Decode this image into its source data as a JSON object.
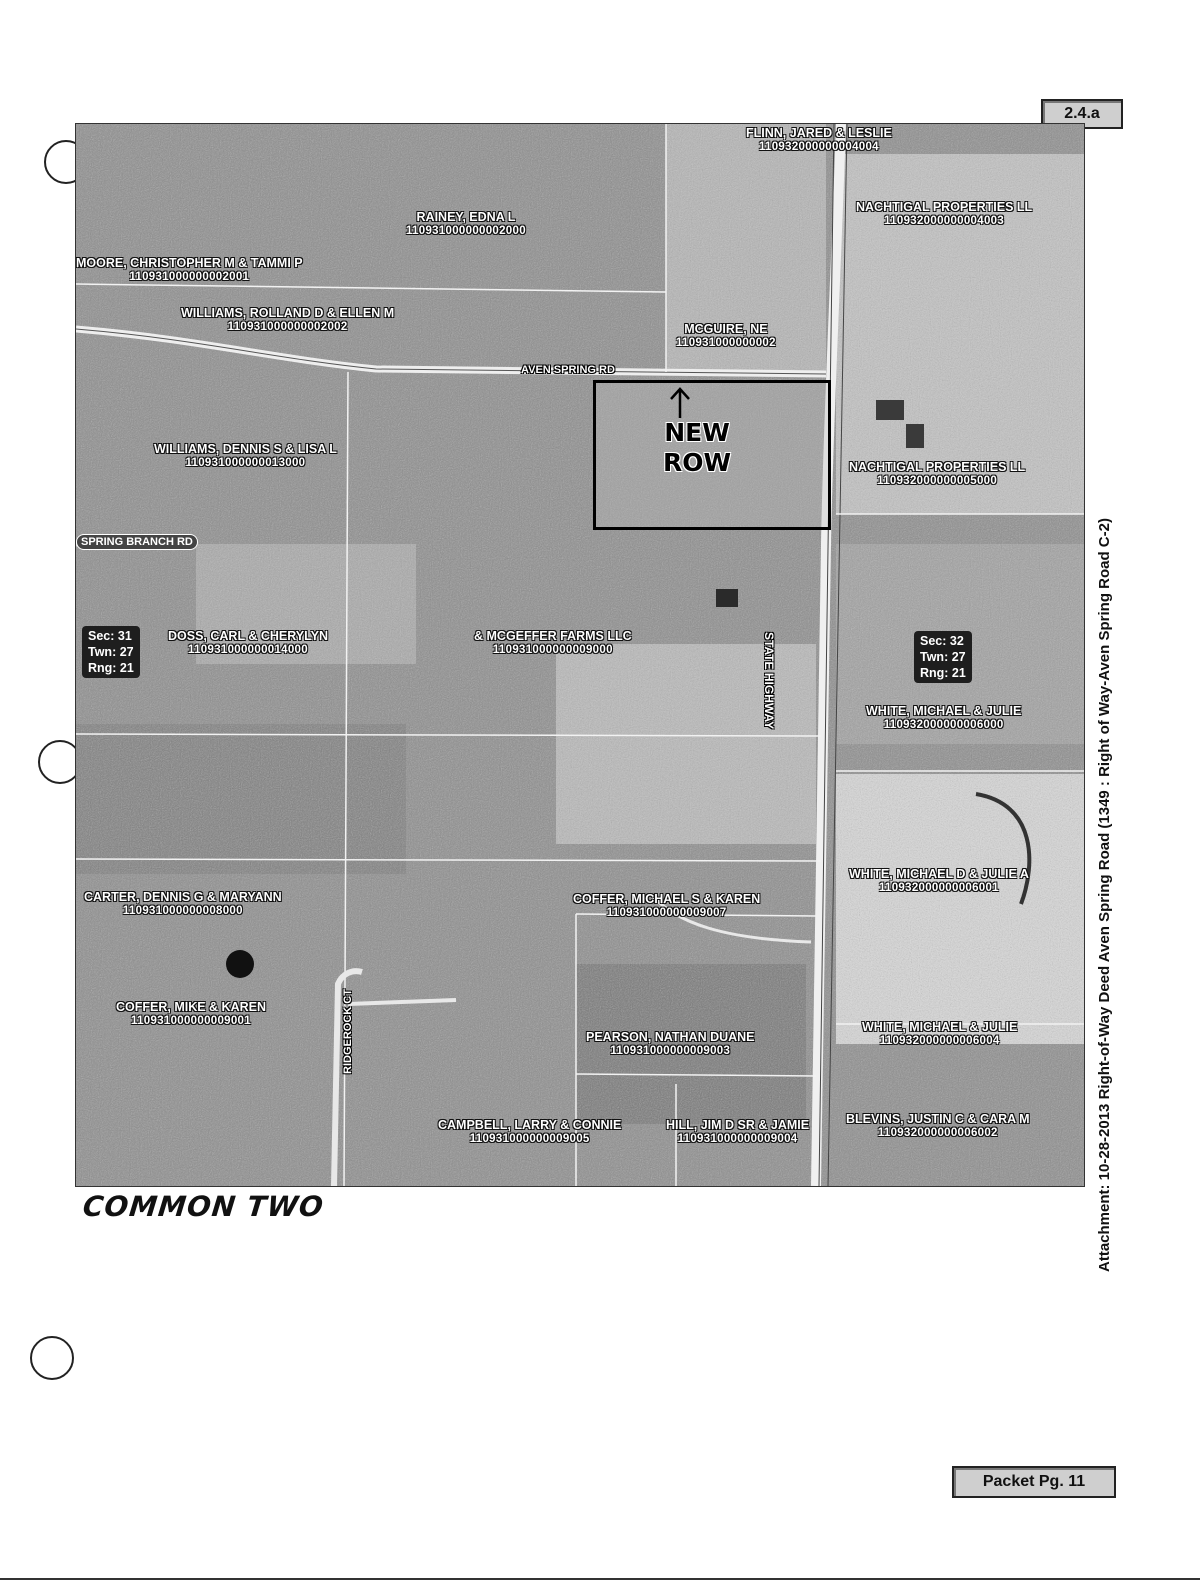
{
  "header": {
    "section_badge": "2.4.a"
  },
  "footer": {
    "packet_page": "Packet Pg. 11"
  },
  "side_caption": "Attachment: 10-28-2013 Right-of-Way Deed Aven Spring Road  (1349 : Right of Way-Aven Spring Road C-2)",
  "handwritten": {
    "new_row": [
      "NEW",
      "ROW"
    ],
    "common_two": "COMMON TWO"
  },
  "roads": {
    "aven_spring": "AVEN SPRING RD",
    "spring_branch": "SPRING BRANCH RD",
    "state_hwy": "STATE HIGHWAY",
    "ridgerock": "RIDGEROCK CT"
  },
  "sections": [
    {
      "sec": "Sec: 31",
      "twn": "Twn: 27",
      "rng": "Rng: 21"
    },
    {
      "sec": "Sec: 32",
      "twn": "Twn: 27",
      "rng": "Rng: 21"
    }
  ],
  "parcels": {
    "flinn": {
      "owner": "FLINN, JARED & LESLIE",
      "pid": "110932000000004004"
    },
    "rainey": {
      "owner": "RAINEY, EDNA L",
      "pid": "110931000000002000"
    },
    "nachtigal_n": {
      "owner": "NACHTIGAL PROPERTIES LL",
      "pid": "110932000000004003"
    },
    "moore": {
      "owner": "MOORE, CHRISTOPHER M & TAMMI P",
      "pid": "110931000000002001"
    },
    "williams_r": {
      "owner": "WILLIAMS, ROLLAND D & ELLEN M",
      "pid": "110931000000002002"
    },
    "mcguire": {
      "owner": "MCGUIRE, NE",
      "pid": "110931000000002"
    },
    "williams_d": {
      "owner": "WILLIAMS, DENNIS S & LISA L",
      "pid": "110931000000013000"
    },
    "nachtigal_s": {
      "owner": "NACHTIGAL PROPERTIES LL",
      "pid": "110932000000005000"
    },
    "doss": {
      "owner": "DOSS, CARL & CHERYLYN",
      "pid": "110931000000014000"
    },
    "mcgeffer": {
      "owner": "& MCGEFFER FARMS LLC",
      "pid": "110931000000009000"
    },
    "white_1": {
      "owner": "WHITE, MICHAEL & JULIE",
      "pid": "110932000000006000"
    },
    "white_2": {
      "owner": "WHITE, MICHAEL D & JULIE A",
      "pid": "110932000000006001"
    },
    "carter": {
      "owner": "CARTER, DENNIS G & MARYANN",
      "pid": "110931000000008000"
    },
    "coffer_1": {
      "owner": "COFFER, MICHAEL S & KAREN",
      "pid": "110931000000009007"
    },
    "coffer_2": {
      "owner": "COFFER, MIKE & KAREN",
      "pid": "110931000000009001"
    },
    "pearson": {
      "owner": "PEARSON, NATHAN DUANE",
      "pid": "110931000000009003"
    },
    "white_3": {
      "owner": "WHITE, MICHAEL & JULIE",
      "pid": "110932000000006004"
    },
    "campbell": {
      "owner": "CAMPBELL, LARRY & CONNIE",
      "pid": "110931000000009005"
    },
    "hill": {
      "owner": "HILL, JIM D SR & JAMIE",
      "pid": "110931000000009004"
    },
    "blevins": {
      "owner": "BLEVINS, JUSTIN C & CARA M",
      "pid": "110932000000006002"
    }
  }
}
